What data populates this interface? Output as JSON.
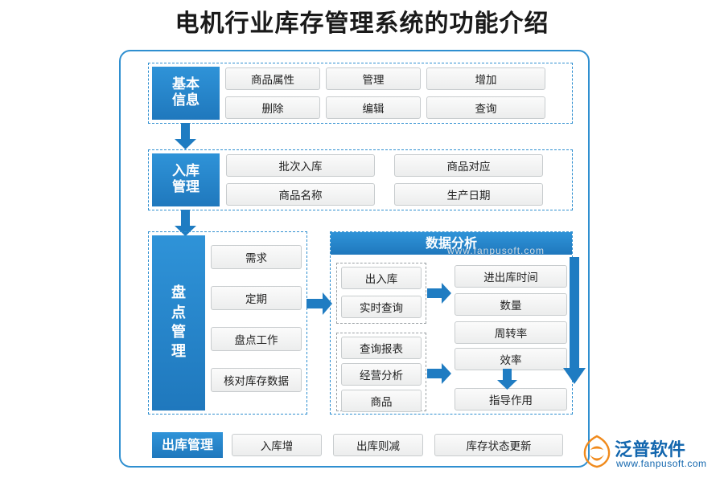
{
  "page": {
    "title": "电机行业库存管理系统的功能介绍"
  },
  "sections": {
    "basic_info": {
      "label": "基本\n信息",
      "label_line1": "基本",
      "label_line2": "信息",
      "items": [
        "商品属性",
        "管理",
        "增加",
        "删除",
        "编辑",
        "查询"
      ]
    },
    "inbound": {
      "label_line1": "入库",
      "label_line2": "管理",
      "items": [
        "批次入库",
        "商品对应",
        "商品名称",
        "生产日期"
      ]
    },
    "stocktake": {
      "label_line1": "盘",
      "label_line2": "点",
      "label_line3": "管",
      "label_line4": "理",
      "items": [
        "需求",
        "定期",
        "盘点工作",
        "核对库存数据"
      ]
    },
    "analysis": {
      "header": "数据分析",
      "group_left_top": [
        "出入库",
        "实时查询"
      ],
      "group_left_bottom": [
        "查询报表",
        "经营分析",
        "商品"
      ],
      "right_items": [
        "进出库时间",
        "数量",
        "周转率",
        "效率",
        "指导作用"
      ]
    },
    "outbound": {
      "label": "出库管理",
      "items": [
        "入库增",
        "出库则减",
        "库存状态更新"
      ]
    }
  },
  "watermark": {
    "brand": "泛普软件",
    "url": "www.fanpusoft.com"
  },
  "colors": {
    "accent": "#1f7cc2",
    "frame": "#2f8fd0",
    "item_border": "#c8ccce",
    "title": "#1a1a1a"
  }
}
